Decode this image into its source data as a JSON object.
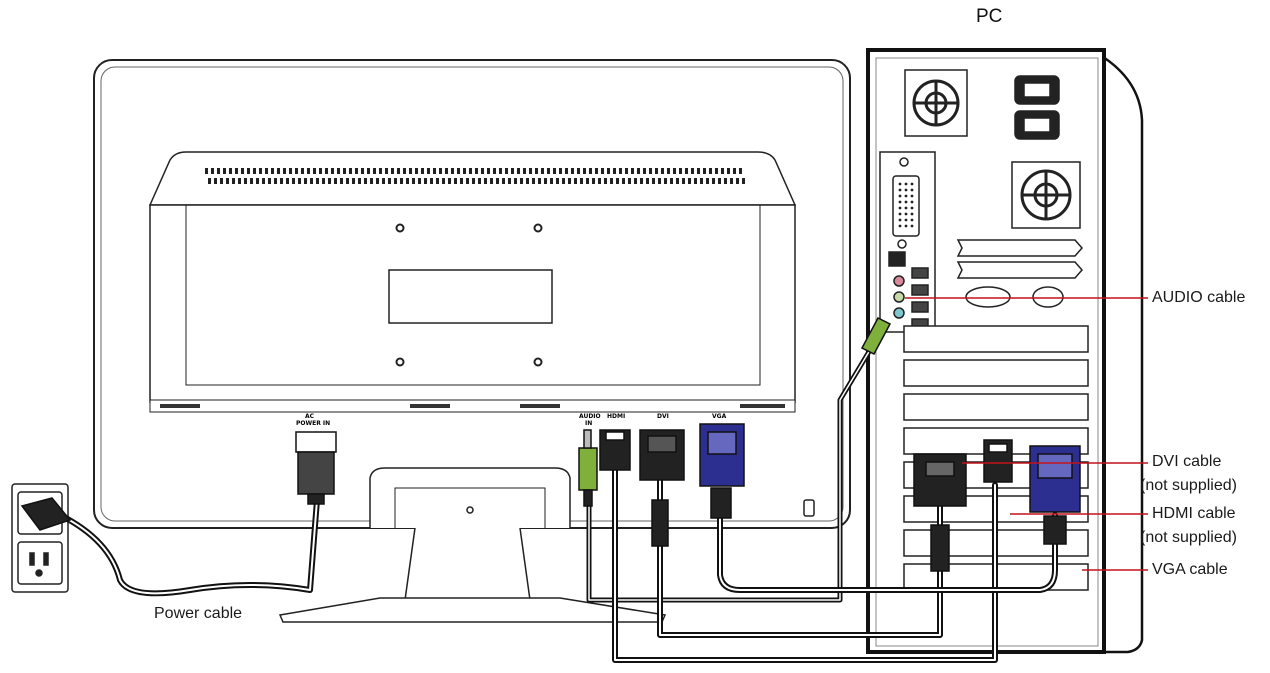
{
  "labels": {
    "pc": "PC",
    "power_cable": "Power cable",
    "audio_cable": "AUDIO cable",
    "dvi_cable": "DVI cable",
    "dvi_note": "(not supplied)",
    "hdmi_cable": "HDMI cable",
    "hdmi_note": "(not supplied)",
    "vga_cable": "VGA cable"
  },
  "port_labels": {
    "ac": "AC",
    "power_in": "POWER IN",
    "audio": "AUDIO",
    "audio_in": "IN",
    "hdmi": "HDMI",
    "dvi": "DVI",
    "vga": "VGA"
  },
  "colors": {
    "callout_line": "#c4121a",
    "vga_connector": "#2c2f8f",
    "audio_connector": "#7fb03c",
    "audio_jack_pc": "#c8d9a8",
    "mic_jack": "#d9879a",
    "line_out_jack": "#7ec7d0"
  }
}
